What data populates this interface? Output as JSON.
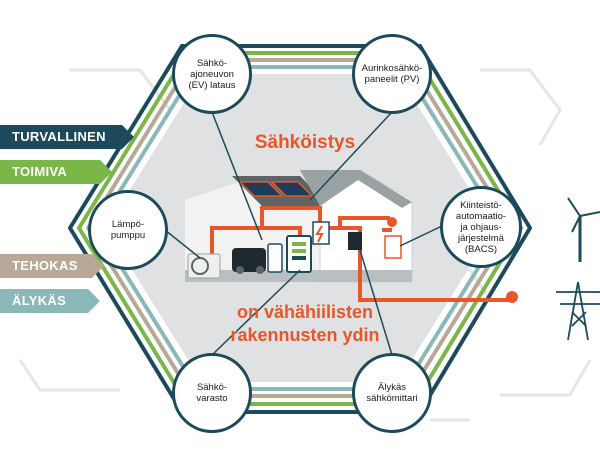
{
  "title": "Sähköistys",
  "subtitle_line1": "on vähähiilisten",
  "subtitle_line2": "rakennusten ydin",
  "ribbons": [
    "TURVALLINEN",
    "TOIMIVA",
    "TEHOKAS",
    "ÄLYKÄS"
  ],
  "nodes": {
    "ev": "Sähkö-\najoneuvon\n(EV) lataus",
    "pv": "Aurinkosähkö-\npaneelit (PV)",
    "heat_pump": "Lämpö-\npumppu",
    "bacs": "Kiinteistö-\nautomaatio-\nja ohjaus-\njärjestelmä\n(BACS)",
    "storage": "Sähkö-\nvarasto",
    "meter": "Älykäs\nsähkömittari"
  },
  "icons": [
    "wind-turbine-icon",
    "power-pylon-icon",
    "solar-panel-icon",
    "heat-pump-icon",
    "ev-charger-icon",
    "battery-icon",
    "smart-meter-icon",
    "house-icon"
  ],
  "colors": {
    "orange": "#e8562a",
    "dark_teal": "#1d4a5a",
    "green": "#7ab648",
    "beige": "#b8a898",
    "light_teal": "#8ab8b8",
    "hex_fill": "#dfe1e2"
  }
}
